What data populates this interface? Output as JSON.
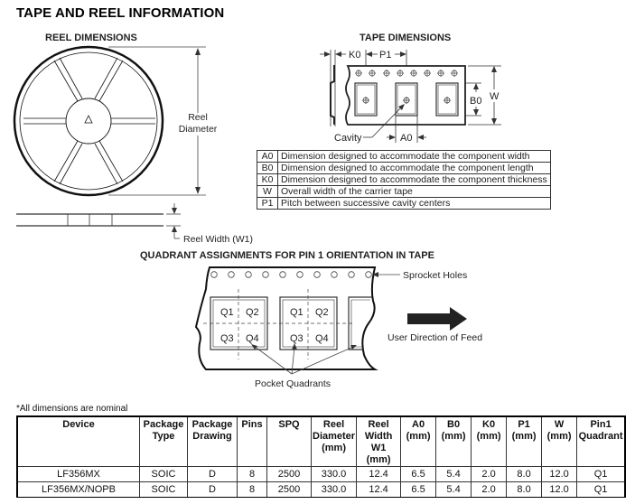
{
  "title": "TAPE AND REEL INFORMATION",
  "reel": {
    "heading": "REEL DIMENSIONS",
    "diameter_label_line1": "Reel",
    "diameter_label_line2": "Diameter",
    "width_label": "Reel Width (W1)"
  },
  "tape": {
    "heading": "TAPE DIMENSIONS",
    "labels": {
      "k0": "K0",
      "p1": "P1",
      "b0": "B0",
      "w": "W",
      "a0": "A0",
      "cavity": "Cavity"
    }
  },
  "legend": [
    {
      "key": "A0",
      "desc": "Dimension designed to accommodate the component width"
    },
    {
      "key": "B0",
      "desc": "Dimension designed to accommodate the component length"
    },
    {
      "key": "K0",
      "desc": "Dimension designed to accommodate the component thickness"
    },
    {
      "key": "W",
      "desc": "Overall width of the carrier tape"
    },
    {
      "key": "P1",
      "desc": "Pitch between successive cavity centers"
    }
  ],
  "quadrant": {
    "heading": "QUADRANT ASSIGNMENTS FOR PIN 1 ORIENTATION IN TAPE",
    "sprocket_label": "Sprocket Holes",
    "feed_label": "User Direction of Feed",
    "pocket_label": "Pocket Quadrants",
    "q1": "Q1",
    "q2": "Q2",
    "q3": "Q3",
    "q4": "Q4"
  },
  "note": "*All dimensions are nominal",
  "table": {
    "headers": [
      [
        "Device"
      ],
      [
        "Package",
        "Type"
      ],
      [
        "Package",
        "Drawing"
      ],
      [
        "Pins"
      ],
      [
        "SPQ"
      ],
      [
        "Reel",
        "Diameter",
        "(mm)"
      ],
      [
        "Reel",
        "Width",
        "W1 (mm)"
      ],
      [
        "A0",
        "(mm)"
      ],
      [
        "B0",
        "(mm)"
      ],
      [
        "K0",
        "(mm)"
      ],
      [
        "P1",
        "(mm)"
      ],
      [
        "W",
        "(mm)"
      ],
      [
        "Pin1",
        "Quadrant"
      ]
    ],
    "rows": [
      [
        "LF356MX",
        "SOIC",
        "D",
        "8",
        "2500",
        "330.0",
        "12.4",
        "6.5",
        "5.4",
        "2.0",
        "8.0",
        "12.0",
        "Q1"
      ],
      [
        "LF356MX/NOPB",
        "SOIC",
        "D",
        "8",
        "2500",
        "330.0",
        "12.4",
        "6.5",
        "5.4",
        "2.0",
        "8.0",
        "12.0",
        "Q1"
      ]
    ]
  }
}
